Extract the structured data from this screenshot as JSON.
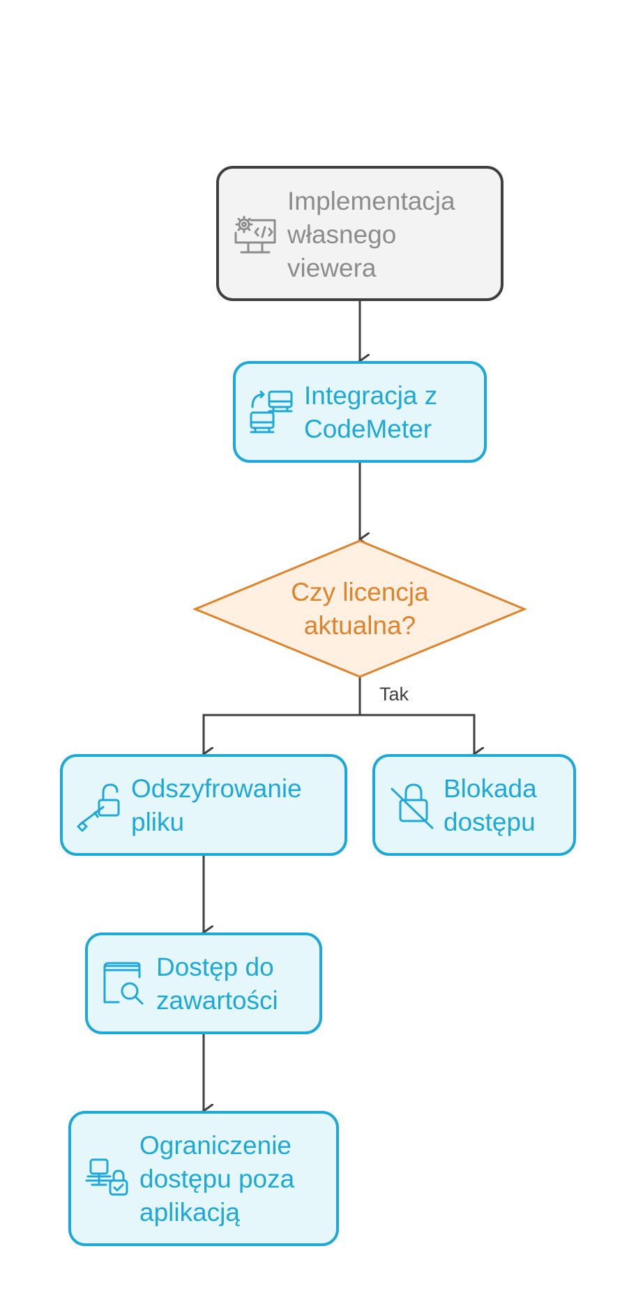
{
  "colors": {
    "edge": "#3f3f3f",
    "start_fill": "#f3f3f3",
    "start_stroke": "#3f3f3f",
    "start_text": "#8c8c8c",
    "process_fill": "#e6f7fc",
    "process_stroke": "#1ea8d8",
    "process_text": "#1ea8d8",
    "decision_fill": "#fff0e2",
    "decision_stroke": "#e0822a",
    "decision_text": "#e0822a"
  },
  "nodes": {
    "start": {
      "line1": "Implementacja",
      "line2": "własnego",
      "line3": "viewera",
      "icon": "code-settings-monitor-icon"
    },
    "integration": {
      "line1": "Integracja z",
      "line2": "CodeMeter",
      "icon": "computers-sync-icon"
    },
    "decision": {
      "line1": "Czy licencja",
      "line2": "aktualna?"
    },
    "decrypt": {
      "line1": "Odszyfrowanie",
      "line2": "pliku",
      "icon": "key-unlock-icon"
    },
    "block": {
      "line1": "Blokada",
      "line2": "dostępu",
      "icon": "lock-slash-icon"
    },
    "access": {
      "line1": "Dostęp do",
      "line2": "zawartości",
      "icon": "document-search-icon"
    },
    "restrict": {
      "line1": "Ograniczenie",
      "line2": "dostępu poza",
      "line3": "aplikacją",
      "icon": "computer-lock-icon"
    }
  },
  "edges": {
    "yes_label": "Tak"
  }
}
